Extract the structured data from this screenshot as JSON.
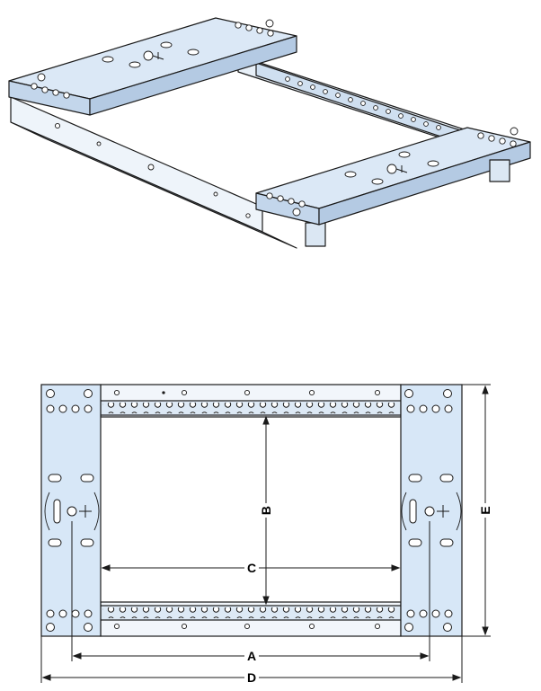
{
  "colors": {
    "plate": "#d7e7f7",
    "plate_light": "#e6f0fa",
    "plate_dark": "#a9c2dc",
    "frame": "#f3f7fb",
    "rail": "#dde9f5",
    "line": "#1a1a1a"
  },
  "dimensions": {
    "A": "A",
    "B": "B",
    "C": "C",
    "D": "D",
    "E": "E"
  },
  "icons": {
    "iso_view": "isometric-frame-icon",
    "plan_view": "plan-frame-icon"
  }
}
